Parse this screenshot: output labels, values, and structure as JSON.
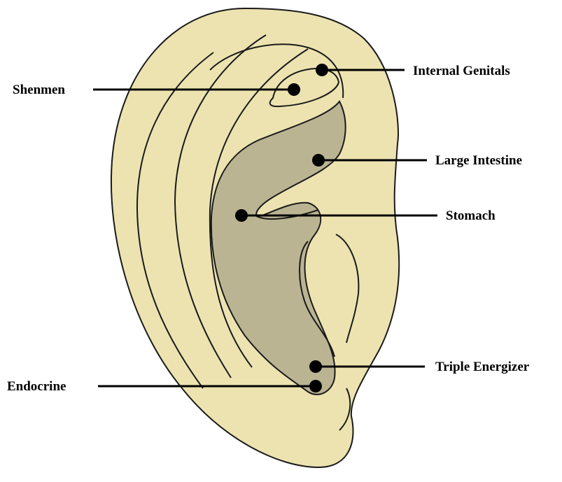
{
  "colors": {
    "ear_skin": "#ece3b1",
    "concha": "#bbb493",
    "outline": "#1a1a1a",
    "point": "#000000",
    "leader": "#000000"
  },
  "points": [
    {
      "id": "internal-genitals",
      "label": "Internal Genitals"
    },
    {
      "id": "shenmen",
      "label": "Shenmen"
    },
    {
      "id": "large-intestine",
      "label": "Large Intestine"
    },
    {
      "id": "stomach",
      "label": "Stomach"
    },
    {
      "id": "triple-energizer",
      "label": "Triple Energizer"
    },
    {
      "id": "endocrine",
      "label": "Endocrine"
    }
  ]
}
